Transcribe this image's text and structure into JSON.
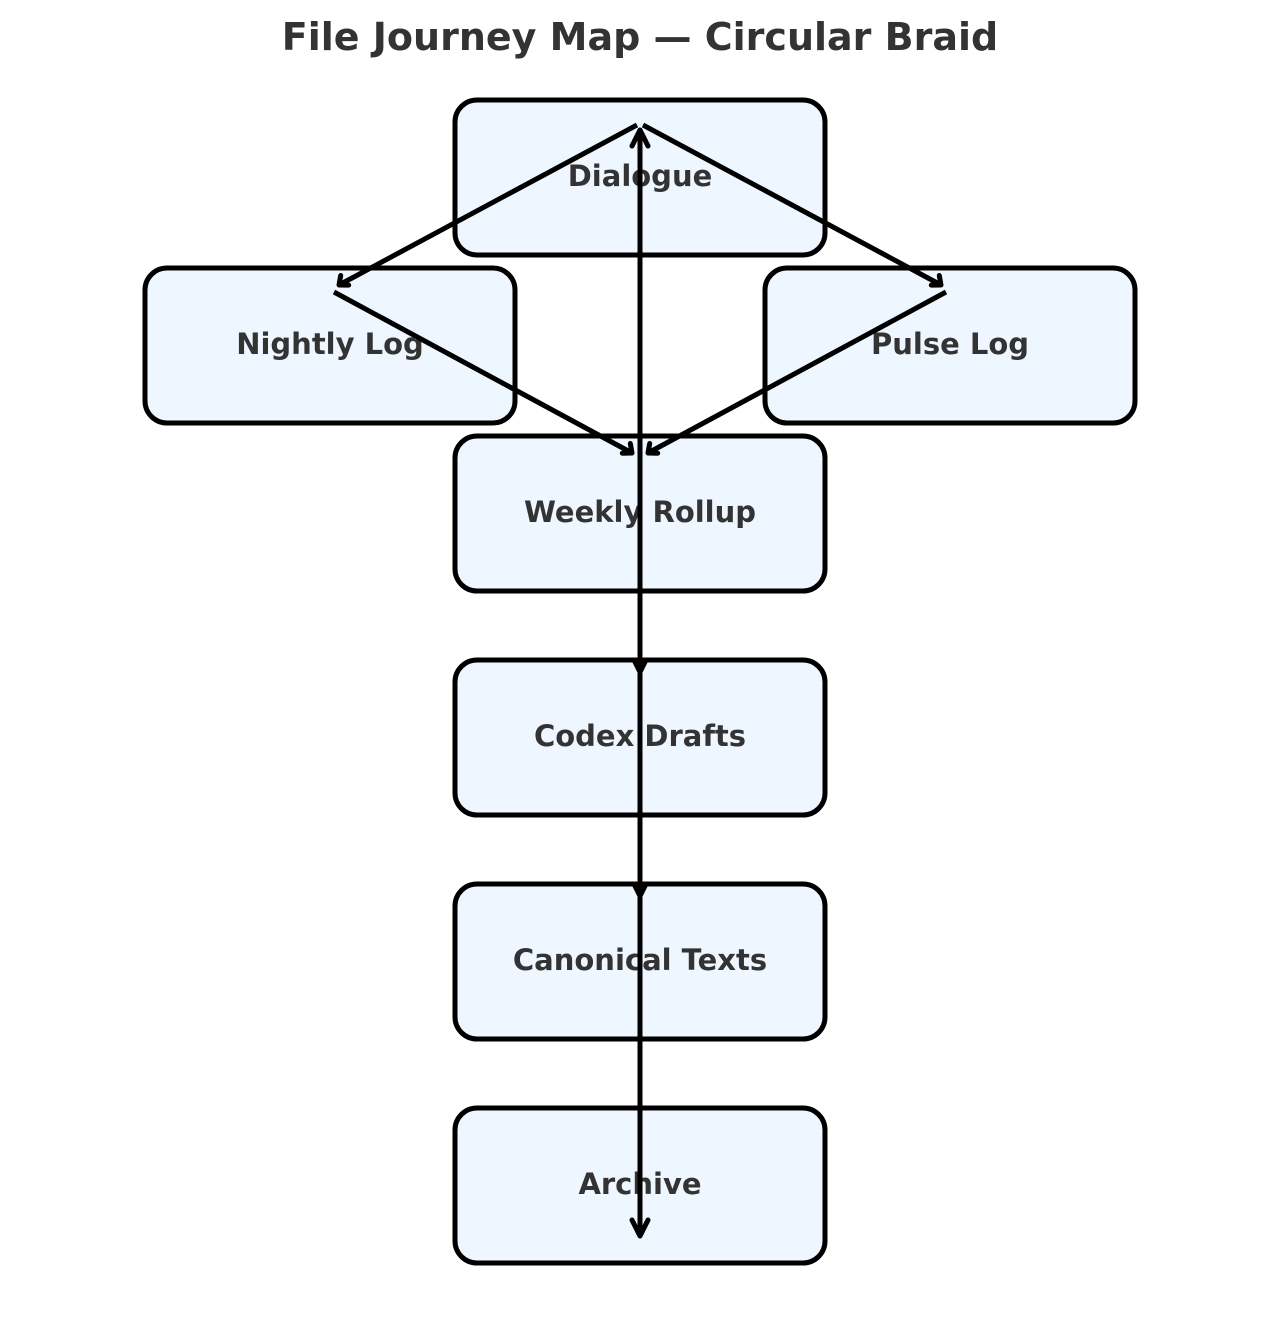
{
  "title": "File Journey Map — Circular Braid",
  "nodes": [
    {
      "id": "dialogue",
      "label": "Dialogue"
    },
    {
      "id": "nightly",
      "label": "Nightly Log"
    },
    {
      "id": "pulse",
      "label": "Pulse Log"
    },
    {
      "id": "weekly",
      "label": "Weekly Rollup"
    },
    {
      "id": "codex",
      "label": "Codex Drafts"
    },
    {
      "id": "canonical",
      "label": "Canonical Texts"
    },
    {
      "id": "archive",
      "label": "Archive"
    }
  ],
  "edges": [
    {
      "from": "dialogue",
      "to": "nightly"
    },
    {
      "from": "dialogue",
      "to": "pulse"
    },
    {
      "from": "nightly",
      "to": "weekly"
    },
    {
      "from": "pulse",
      "to": "weekly"
    },
    {
      "from": "weekly",
      "to": "codex"
    },
    {
      "from": "codex",
      "to": "canonical"
    },
    {
      "from": "canonical",
      "to": "archive"
    },
    {
      "from": "archive",
      "to": "dialogue"
    }
  ],
  "colors": {
    "node_fill": "#eef6ff",
    "node_stroke": "#000000",
    "text": "#333333",
    "edge": "#000000"
  }
}
